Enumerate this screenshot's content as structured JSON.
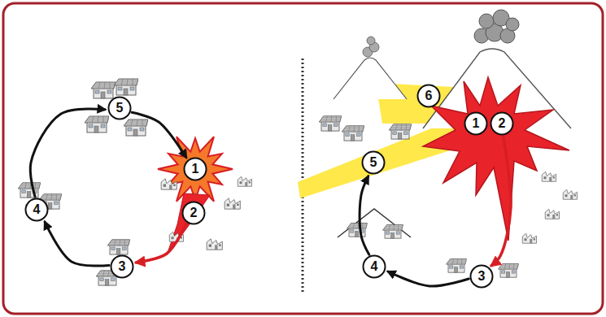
{
  "diagram": {
    "nodes": [
      {
        "text": [
          "1"
        ]
      },
      {
        "text": [
          "2"
        ]
      },
      {
        "text": [
          "3"
        ]
      },
      {
        "text": [
          "4"
        ]
      },
      {
        "text": [
          "5"
        ]
      },
      {
        "text": [
          "1"
        ]
      },
      {
        "text": [
          "2"
        ]
      },
      {
        "text": [
          "3"
        ]
      },
      {
        "text": [
          "4"
        ]
      },
      {
        "text": [
          "5"
        ]
      },
      {
        "text": [
          "6"
        ]
      }
    ],
    "edges": [
      {
        "from": 4,
        "to": 0,
        "arrow": "to"
      },
      {
        "from": 1,
        "to": 2,
        "arrow": "to"
      },
      {
        "from": 2,
        "to": 3,
        "arrow": "to"
      },
      {
        "from": 3,
        "to": 4,
        "arrow": "to"
      },
      {
        "from": 6,
        "to": 7,
        "arrow": "to"
      },
      {
        "from": 7,
        "to": 8,
        "arrow": "to"
      },
      {
        "from": 8,
        "to": 9,
        "arrow": "to"
      }
    ]
  }
}
